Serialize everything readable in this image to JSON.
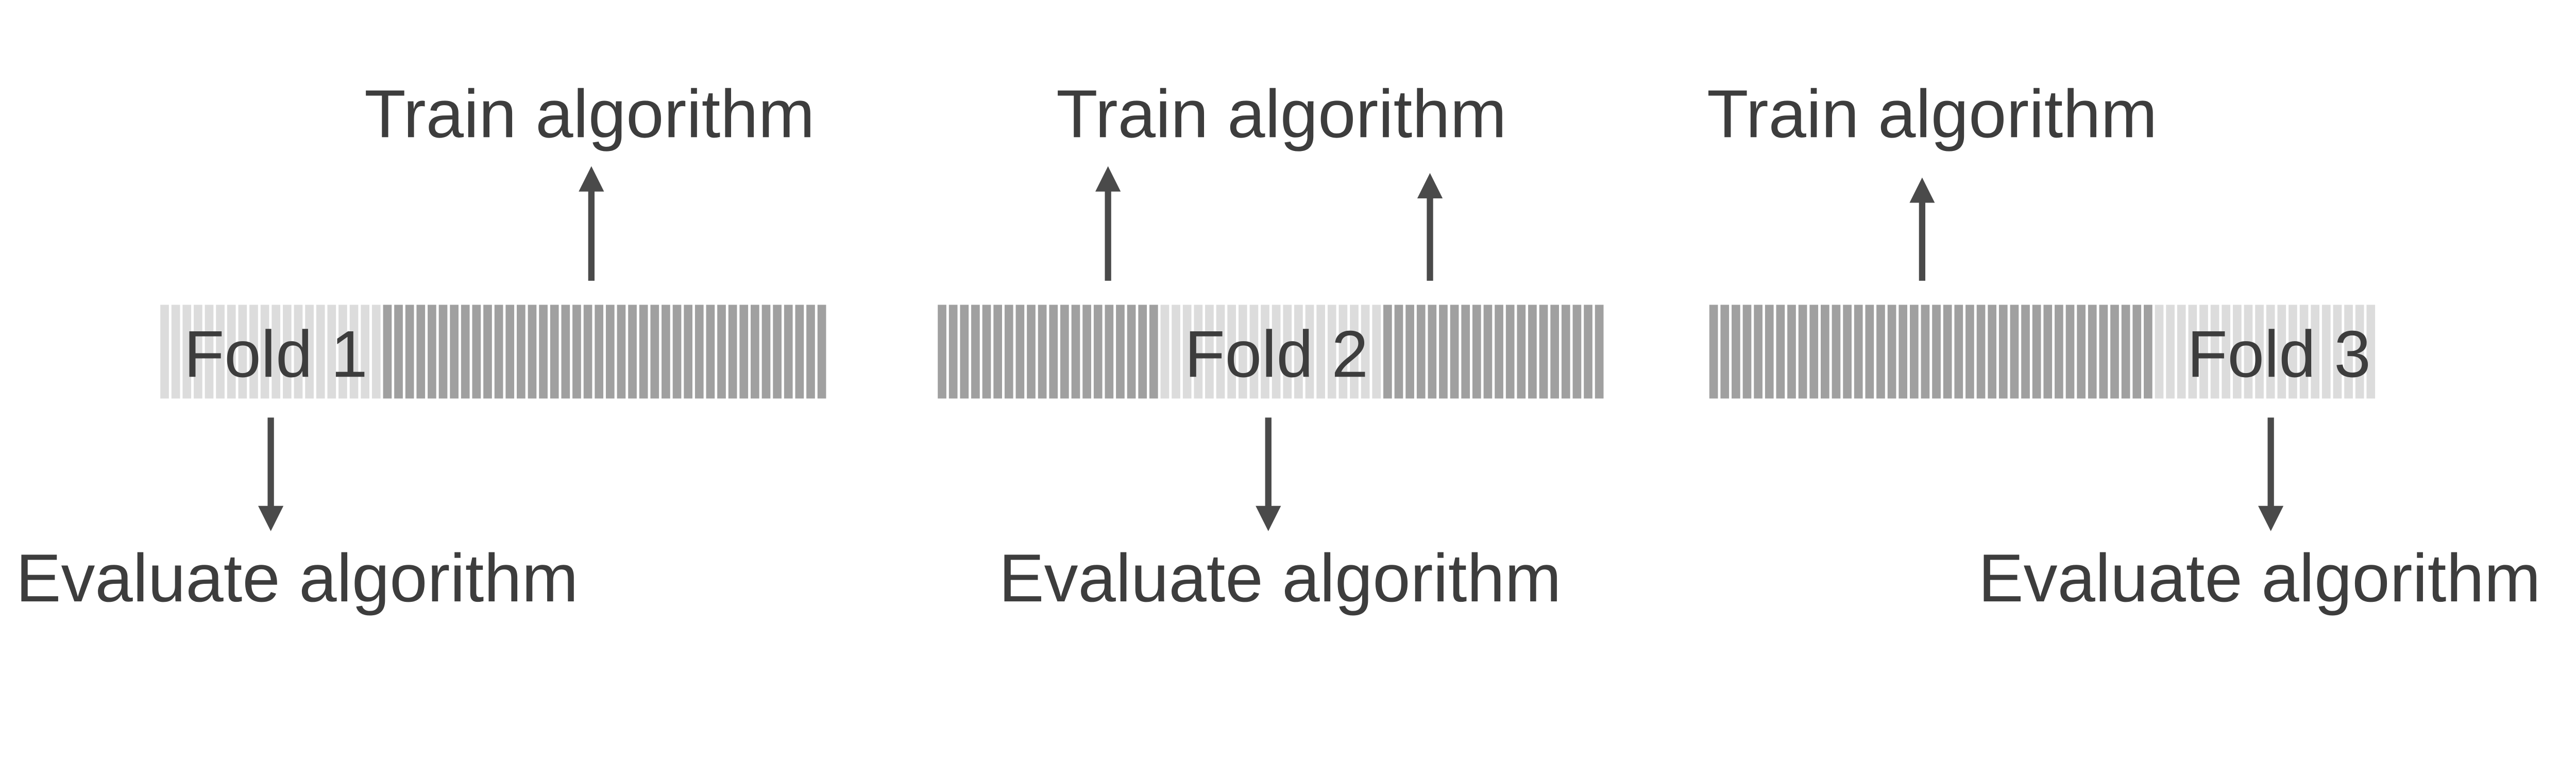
{
  "panels": [
    {
      "fold_label": "Fold 1",
      "fold_index": 0,
      "train_label": "Train algorithm",
      "evaluate_label": "Evaluate algorithm"
    },
    {
      "fold_label": "Fold 2",
      "fold_index": 1,
      "train_label": "Train algorithm",
      "evaluate_label": "Evaluate algorithm"
    },
    {
      "fold_label": "Fold 3",
      "fold_index": 2,
      "train_label": "Train algorithm",
      "evaluate_label": "Evaluate algorithm"
    }
  ],
  "folds_per_bar": 3,
  "colors": {
    "test_fold": "#dcdcdc",
    "train_fold": "#a0a0a0",
    "text": "#3d3d3d",
    "arrow": "#4a4a4a"
  }
}
